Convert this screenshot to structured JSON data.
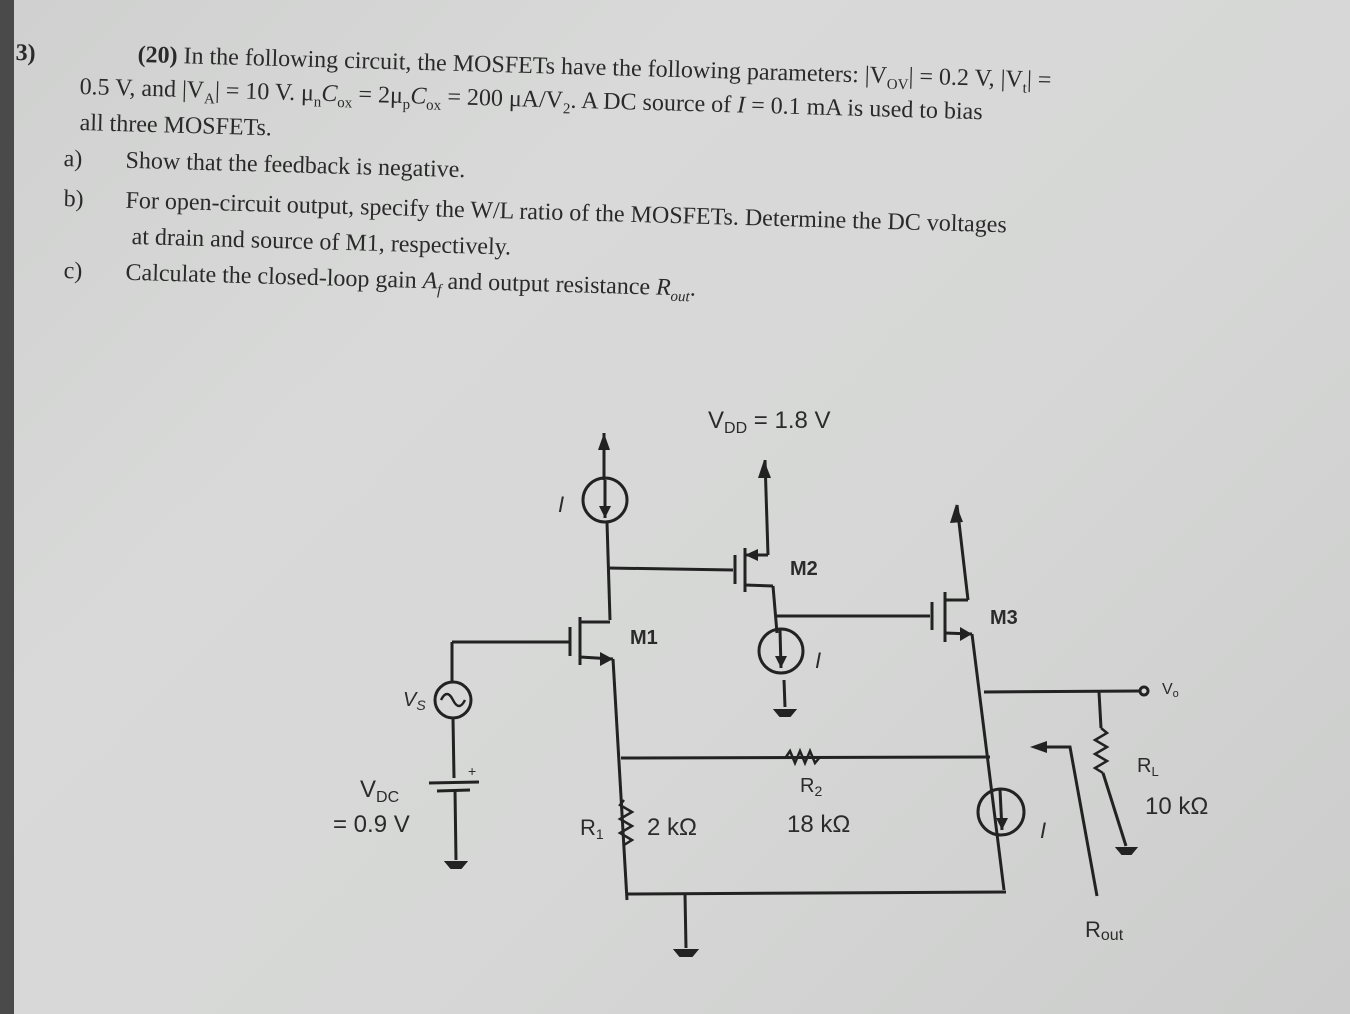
{
  "problem": {
    "number": "3)",
    "points": "(20)",
    "intro_line1": "In the following circuit, the MOSFETs have the following parameters: |V",
    "intro_line1_sub": "OV",
    "intro_line1_tail": "| = 0.2 V, |V",
    "intro_line1_sub2": "t",
    "intro_line1_end": "| =",
    "intro_line2": "0.5 V, and |V",
    "intro_line2_sub": "A",
    "intro_line2_mid": "| = 10 V. μ",
    "intro_line2_n": "n",
    "intro_line2_cox": "C",
    "intro_line2_ox": "ox",
    "intro_line2_eq": " = 2μ",
    "intro_line2_p": "p",
    "intro_line2_cox2": "C",
    "intro_line2_ox2": "ox",
    "intro_line2_end": " = 200 μA/V",
    "intro_line2_v2": "2",
    "intro_line2_tail": ". A DC source of ",
    "intro_line2_I": "I",
    "intro_line2_tail2": " = 0.1 mA is used to bias",
    "intro_line3": "all three MOSFETs.",
    "parts": [
      {
        "label": "a)",
        "text": "Show that the feedback is negative."
      },
      {
        "label": "b)",
        "text": "For open-circuit output, specify the W/L ratio of the MOSFETs. Determine the DC voltages",
        "text2": "at drain and source of M1, respectively."
      },
      {
        "label": "c)",
        "text_pre": "Calculate the closed-loop gain ",
        "Af": "A",
        "Af_sub": "f",
        "text_mid": " and output resistance ",
        "Rout": "R",
        "Rout_sub": "out",
        "text_end": "."
      }
    ]
  },
  "circuit": {
    "vdd_label": "V",
    "vdd_sub": "DD",
    "vdd_value": " = 1.8 V",
    "transistors": [
      "M1",
      "M2",
      "M3"
    ],
    "current_source_label": "I",
    "vs_label": "V",
    "vs_sub": "S",
    "vdc_label": "V",
    "vdc_sub": "DC",
    "vdc_value": "= 0.9 V",
    "r1_label": "R",
    "r1_sub": "1",
    "r1_value": "2 kΩ",
    "r2_label": "R",
    "r2_sub": "2",
    "r2_value": "18 kΩ",
    "rl_label": "R",
    "rl_sub": "L",
    "rl_value": "10 kΩ",
    "vo_label": "V",
    "vo_sub": "o",
    "rout_label": "R",
    "rout_sub": "out",
    "battery_plus": "+"
  }
}
